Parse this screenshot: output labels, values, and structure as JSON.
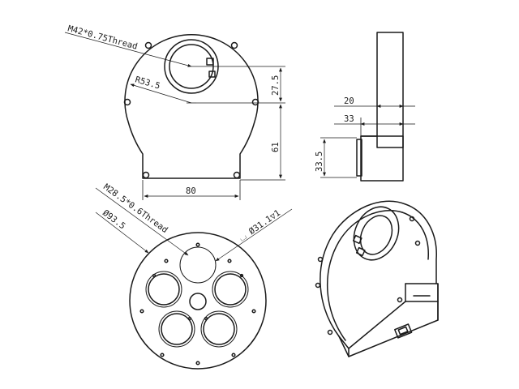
{
  "diagram": {
    "front_view": {
      "thread_label": "M42*0.75Thread",
      "radius_label": "R53.5",
      "offset_label": "27.5",
      "height_label": "61",
      "width_label": "80"
    },
    "side_view": {
      "depth_label": "20",
      "body_label": "33",
      "port_label": "33.5"
    },
    "wheel_view": {
      "thread_label": "M28.5*0.6Thread",
      "diameter_label": "Ø93.5",
      "bore_label": "⌴ Ø31.1▽1"
    },
    "iso_view": {}
  }
}
